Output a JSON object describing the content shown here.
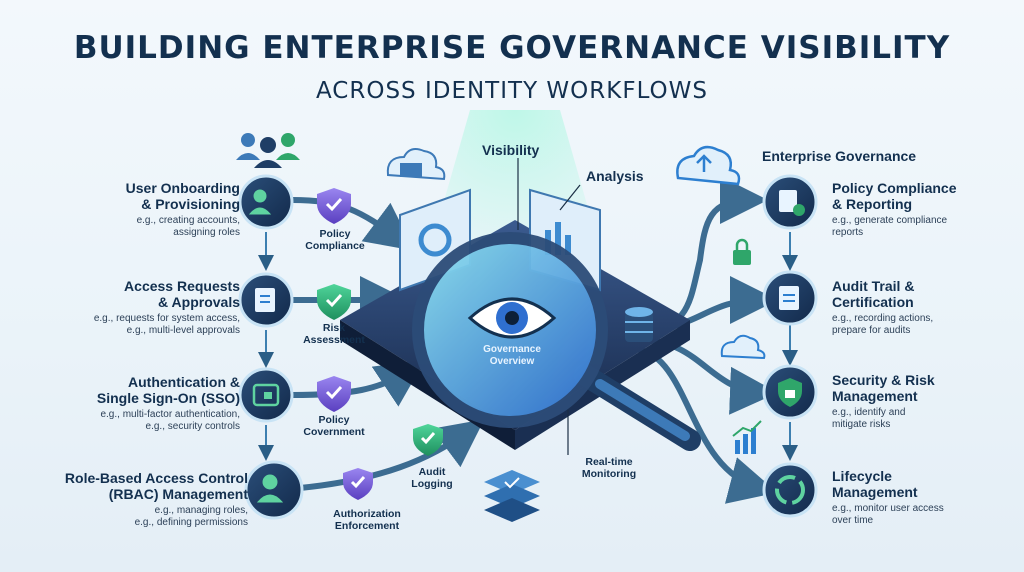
{
  "title": {
    "line1": "BUILDING ENTERPRISE GOVERNANCE VISIBILITY",
    "line2": "ACROSS IDENTITY WORKFLOWS"
  },
  "top_labels": {
    "visibility": "Visibility",
    "analysis": "Analysis",
    "enterprise_governance": "Enterprise Governance"
  },
  "center": {
    "line1": "Governance",
    "line2": "Overview"
  },
  "left_steps": [
    {
      "title1": "User Onboarding",
      "title2": "& Provisioning",
      "desc1": "e.g., creating accounts,",
      "desc2": "assigning roles"
    },
    {
      "title1": "Access Requests",
      "title2": "& Approvals",
      "desc1": "e.g., requests for system access,",
      "desc2": "e.g., multi-level approvals"
    },
    {
      "title1": "Authentication &",
      "title2": "Single Sign-On (SSO)",
      "desc1": "e.g., multi-factor authentication,",
      "desc2": "e.g., security controls"
    },
    {
      "title1": "Role-Based Access Control",
      "title2": "(RBAC) Management",
      "desc1": "e.g., managing roles,",
      "desc2": "e.g., defining permissions"
    }
  ],
  "mid_labels": [
    {
      "line1": "Policy",
      "line2": "Compliance"
    },
    {
      "line1": "Risk",
      "line2": "Assessment"
    },
    {
      "line1": "Policy",
      "line2": "Covernment"
    },
    {
      "line1": "Audit",
      "line2": "Logging"
    },
    {
      "line1": "Authorization",
      "line2": "Enforcement"
    },
    {
      "line1": "Real-time",
      "line2": "Monitoring"
    }
  ],
  "right_steps": [
    {
      "title1": "Policy Compliance",
      "title2": "& Reporting",
      "desc1": "e.g., generate compliance",
      "desc2": "reports"
    },
    {
      "title1": "Audit Trail &",
      "title2": "Certification",
      "desc1": "e.g., recording actions,",
      "desc2": "prepare for audits"
    },
    {
      "title1": "Security & Risk",
      "title2": "Management",
      "desc1": "e.g., identify and",
      "desc2": "mitigate risks"
    },
    {
      "title1": "Lifecycle",
      "title2": "Management",
      "desc1": "e.g., monitor user access",
      "desc2": "over time"
    }
  ],
  "colors": {
    "navy": "#13304f",
    "teal": "#1f8f9a",
    "green": "#2fa66a",
    "purple": "#6a4fc9",
    "blue": "#2d7fd0"
  },
  "icons": [
    "users-icon",
    "cloud-database-icon",
    "cloud-upload-icon",
    "shield-check-icon",
    "lock-icon",
    "eye-icon",
    "magnifier-icon",
    "database-icon",
    "server-stack-icon",
    "bar-chart-icon",
    "recycle-icon",
    "document-check-icon"
  ]
}
